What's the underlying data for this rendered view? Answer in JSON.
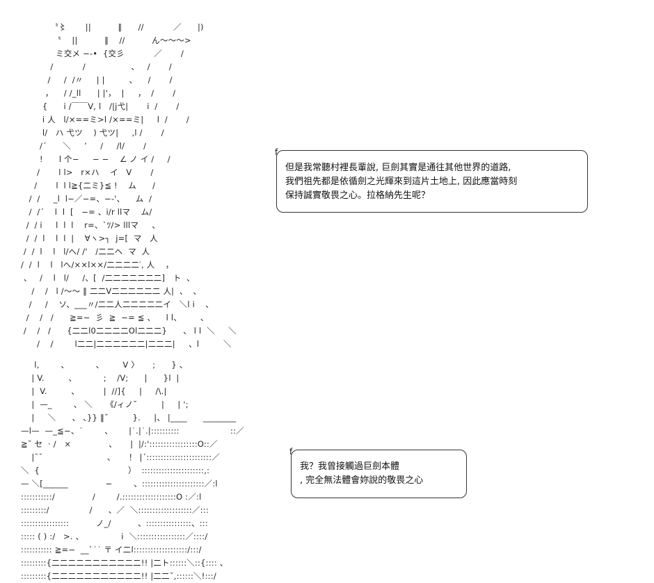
{
  "art": {
    "top": "           〝〻       ||          ‖      //           ／      |)\n            〝    ||          ‖    //          ん～～～>\n             ミ交メ −-•  {交彡           ／       /\n           /           /                 、   /       /\n          /     /  /〃     | |         、    /       /\n         ，    / /_ll      | |'，  |     ，  /       /\n        {      i /￣￣V, l   /|j弋|       i  /       /\n        i 人   l/×==ミ>l /×==ミ|     l  /       /\n        l/   ハ 弋ツ    ) 弋ツ|     ,l /       /\n       /´      ＼     ’     /     /l/       /\n       !      l 个−     − −    ∠ ノ イ /     /\n      /       l l>   r×ハ    イ   V       /\n     /       l  l l≧{二ミ}≦ !    ム      /\n   /  /     _l  l−／−=、−-'、    ム  /\n   /  /´    l  l  [   −= 、i/r llマ    ム/\n  /  / i     l  l  l    r=、`ﾂ/> lllマ     、\n  /  /  l    l  l  |    ∀ヽ>┐  j=[  マ   人\n /  /  l    l   l/へ/ /'   /二二ヘ  マ  人\n/  /  l    l   lへ/××l××/二二二二′, 人    ，\n 、   /    l   l/     /、[  /二二二二二二二]   ト  、\n    /    /   l /～～ ‖ 二二V二二二二二二 人|  、  、\n   /     /    ソ、___〃/二二人二二二二二イ   ＼l i    、\n  /    /   /      ≧=−  彡  ≧  −= ≦ 、    l l、       、\n /    /   /      {二二l0二二二二Ol二二二}      、 l l  ＼     ＼\n      /    /        l二二|二二二二二二|二二二|     、l         ＼",
    "bottom": "     l,        、          、       V 〉     ;      } 、\n    | V.         、          ;    /V;      |      }l  |\n    |  V.         、         |  //]{     |     /\\.|\n    |  —_        、 ＼     《/ィノ˘         |     | ';\n    |     ＼      、 、}} ‖˘         }.     |、 |____      ________\n—l—  —_≦−、˙        、      |˙.|˙.|::::::::::                   ::／\n≧˘ セ  · /   ×              、     |  |/:':::::::::::::::::O::／\n    |¯¯                        、     ！ |´:::::::::::::::::::::::／\n＼  {                                 ）  ::::::::::::::::::::::,:\n— ＼[______              −        、::::::::::::::::::::::／:l\n:::::::::::/              /        /.:::::::::::::::::::O :／:l\n:::::::::/               /      、／  ＼:::::::::::::::::::／:::\n:::::::::::::::::          ノ_/          、::::::::::::::::、:::\n::::: ( ) :/   >. 、              i  ＼:::::::::::::::::／::::/\n::::::::::: ≧=−  __`˙˙ 〒 イ二l:::::::::::::::::::/:::/\n:::::::::{二二二二二二二二二二二!! |二ト::::::＼::{:::: 、\n:::::::::{二二二二二二二二二二二!! |二二˘,::::::＼!:::/"
  },
  "bubbles": [
    {
      "tail": "f",
      "lines": [
        "但是我常聽村裡長輩說, 巨劍其實是通往其他世界的道路,",
        "我們祖先都是依循劍之光輝來到這片土地上, 因此應當時刻",
        "保持誠實敬畏之心。拉格納先生呢？"
      ]
    },
    {
      "tail": "f",
      "lines": [
        "我？我曾接觸過巨劍本體",
        ", 完全無法體會妳說的敬畏之心"
      ]
    }
  ]
}
